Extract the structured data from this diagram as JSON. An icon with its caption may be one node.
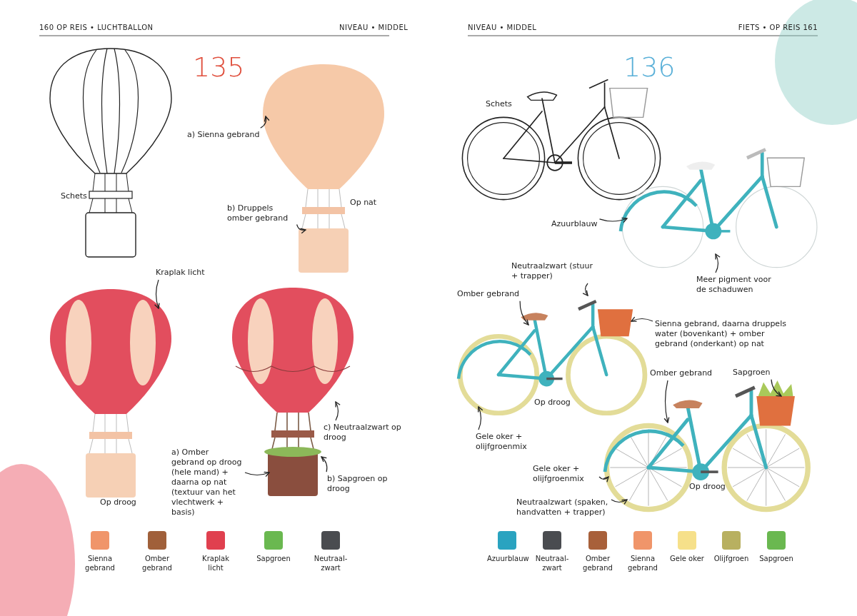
{
  "diagram": {
    "nodes": [
      {
        "text": [
          "a) Sienna gebrand"
        ]
      },
      {
        "text": [
          "b) Druppels omber gebrand"
        ]
      },
      {
        "text": [
          "Kraplak licht"
        ]
      },
      {
        "text": [
          "c) Neutraalzwart op droog"
        ]
      },
      {
        "text": [
          "a) Omber gebrand op droog (hele mand) + daarna op nat (textuur van het vlechtwerk + basis)"
        ]
      },
      {
        "text": [
          "b) Sapgroen op droog"
        ]
      },
      {
        "text": [
          "Azuurblauw"
        ]
      },
      {
        "text": [
          "Meer pigment voor de schaduwen"
        ]
      },
      {
        "text": [
          "Neutraalzwart (stuur + trapper)"
        ]
      },
      {
        "text": [
          "Omber gebrand"
        ]
      },
      {
        "text": [
          "Sienna gebrand, daarna druppels water (bovenkant) + omber gebrand (onderkant) op nat"
        ]
      },
      {
        "text": [
          "Gele oker + olijfgroenmix"
        ]
      },
      {
        "text": [
          "Sapgroen"
        ]
      },
      {
        "text": [
          "Omber gebrand"
        ]
      },
      {
        "text": [
          "Gele oker + olijfgroenmix"
        ]
      },
      {
        "text": [
          "Neutraalzwart (spaken, handvatten + trapper)"
        ]
      },
      {
        "text": [],
        "shape": "picture"
      },
      {
        "text": [],
        "shape": "picture"
      },
      {
        "text": [],
        "shape": "picture"
      },
      {
        "text": [],
        "shape": "picture"
      },
      {
        "text": [],
        "shape": "picture"
      },
      {
        "text": [],
        "shape": "picture"
      },
      {
        "text": [],
        "shape": "picture"
      },
      {
        "text": [],
        "shape": "picture"
      },
      {
        "text": [],
        "shape": "cloud"
      },
      {
        "text": [],
        "shape": "cloud"
      }
    ],
    "edges": [
      {
        "from": 0,
        "to": 17,
        "arrow": "to"
      },
      {
        "from": 1,
        "to": 17,
        "arrow": "to"
      },
      {
        "from": 2,
        "to": 18,
        "arrow": "to"
      },
      {
        "from": 3,
        "to": 19,
        "arrow": "to"
      },
      {
        "from": 4,
        "to": 19,
        "arrow": "to"
      },
      {
        "from": 5,
        "to": 19,
        "arrow": "to"
      },
      {
        "from": 6,
        "to": 21,
        "arrow": "to"
      },
      {
        "from": 7,
        "to": 21,
        "arrow": "to"
      },
      {
        "from": 8,
        "to": 22,
        "arrow": "to"
      },
      {
        "from": 9,
        "to": 22,
        "arrow": "to"
      },
      {
        "from": 10,
        "to": 22,
        "arrow": "to"
      },
      {
        "from": 11,
        "to": 22,
        "arrow": "to"
      },
      {
        "from": 12,
        "to": 23,
        "arrow": "to"
      },
      {
        "from": 13,
        "to": 23,
        "arrow": "to"
      },
      {
        "from": 14,
        "to": 23,
        "arrow": "to"
      },
      {
        "from": 15,
        "to": 23,
        "arrow": "to"
      }
    ],
    "labels": [
      "160 OP REIS • LUCHTBALLON",
      "NIVEAU • MIDDEL",
      "NIVEAU • MIDDEL",
      "FIETS • OP REIS 161",
      "135",
      "Schets",
      "Op nat",
      "Op droog",
      "136",
      "Schets",
      "Op droog",
      "Op droog"
    ],
    "legend": [
      {
        "text": "Sienna gebrand",
        "color": "#f0956a"
      },
      {
        "text": "Omber gebrand",
        "color": "#a0603a"
      },
      {
        "text": "Kraplak licht",
        "color": "#e0404f"
      },
      {
        "text": "Sapgroen",
        "color": "#6ab850"
      },
      {
        "text": "Neutraal-zwart",
        "color": "#4a4c50"
      },
      {
        "text": "Azuurblauw",
        "color": "#2aa3c0"
      },
      {
        "text": "Neutraal-zwart",
        "color": "#4a4c50"
      },
      {
        "text": "Omber gebrand",
        "color": "#a8603a"
      },
      {
        "text": "Sienna gebrand",
        "color": "#f0956a"
      },
      {
        "text": "Gele oker",
        "color": "#f6e08a"
      },
      {
        "text": "Olijfgroen",
        "color": "#b8b060"
      },
      {
        "text": "Sapgroen",
        "color": "#6ab850"
      }
    ]
  }
}
